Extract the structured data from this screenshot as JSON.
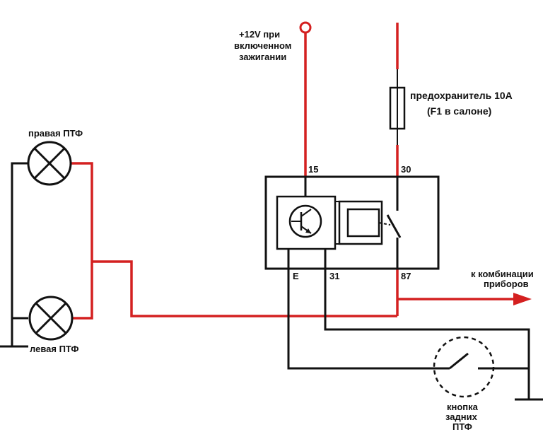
{
  "colors": {
    "live_wire": "#d42020",
    "ground_wire": "#111111",
    "background": "#ffffff"
  },
  "labels": {
    "ignition": [
      "+12V при",
      "включенном",
      "зажигании"
    ],
    "fuse": [
      "предохранитель 10А",
      "(F1 в салоне)"
    ],
    "lamp_right": "правая ПТФ",
    "lamp_left": "левая ПТФ",
    "pin_15": "15",
    "pin_30": "30",
    "pin_e": "E",
    "pin_31": "31",
    "pin_87": "87",
    "dashboard": [
      "к комбинации",
      "приборов"
    ],
    "button": [
      "кнопка",
      "задних",
      "ПТФ"
    ]
  },
  "icons": {
    "lamp": "lamp-cross-icon",
    "transistor": "transistor-icon",
    "terminal": "terminal-ring-icon",
    "arrow": "arrow-right-icon",
    "ground": "ground-icon",
    "switch": "switch-icon"
  }
}
